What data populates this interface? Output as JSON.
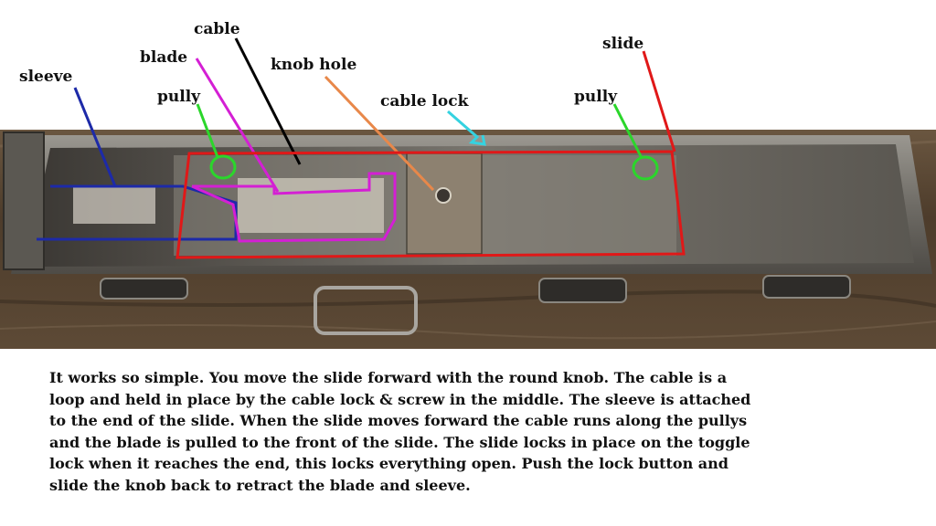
{
  "labels": {
    "sleeve": "sleeve",
    "blade": "blade",
    "cable": "cable",
    "pully_left": "pully",
    "knob_hole": "knob hole",
    "cable_lock": "cable lock",
    "slide": "slide",
    "pully_right": "pully"
  },
  "colors": {
    "sleeve": "#1d2aa8",
    "blade": "#d41fd4",
    "cable": "#000000",
    "pully": "#2bd62b",
    "knob_hole": "#e8884a",
    "cable_lock": "#35d2e0",
    "slide": "#e01818"
  },
  "caption": {
    "line1": "It works so simple.  You move the slide forward with the round knob. The cable is a",
    "line2": "loop and held in place by the cable lock & screw in the middle.  The sleeve is attached",
    "line3": "to the end of the slide. When the slide moves forward the cable runs along the pullys",
    "line4": "and the blade is pulled to the front of the slide. The slide locks in place on the toggle",
    "line5": "lock when it reaches the end, this locks everything open. Push the lock button and",
    "line6": "slide the knob back to retract the blade and sleeve."
  }
}
